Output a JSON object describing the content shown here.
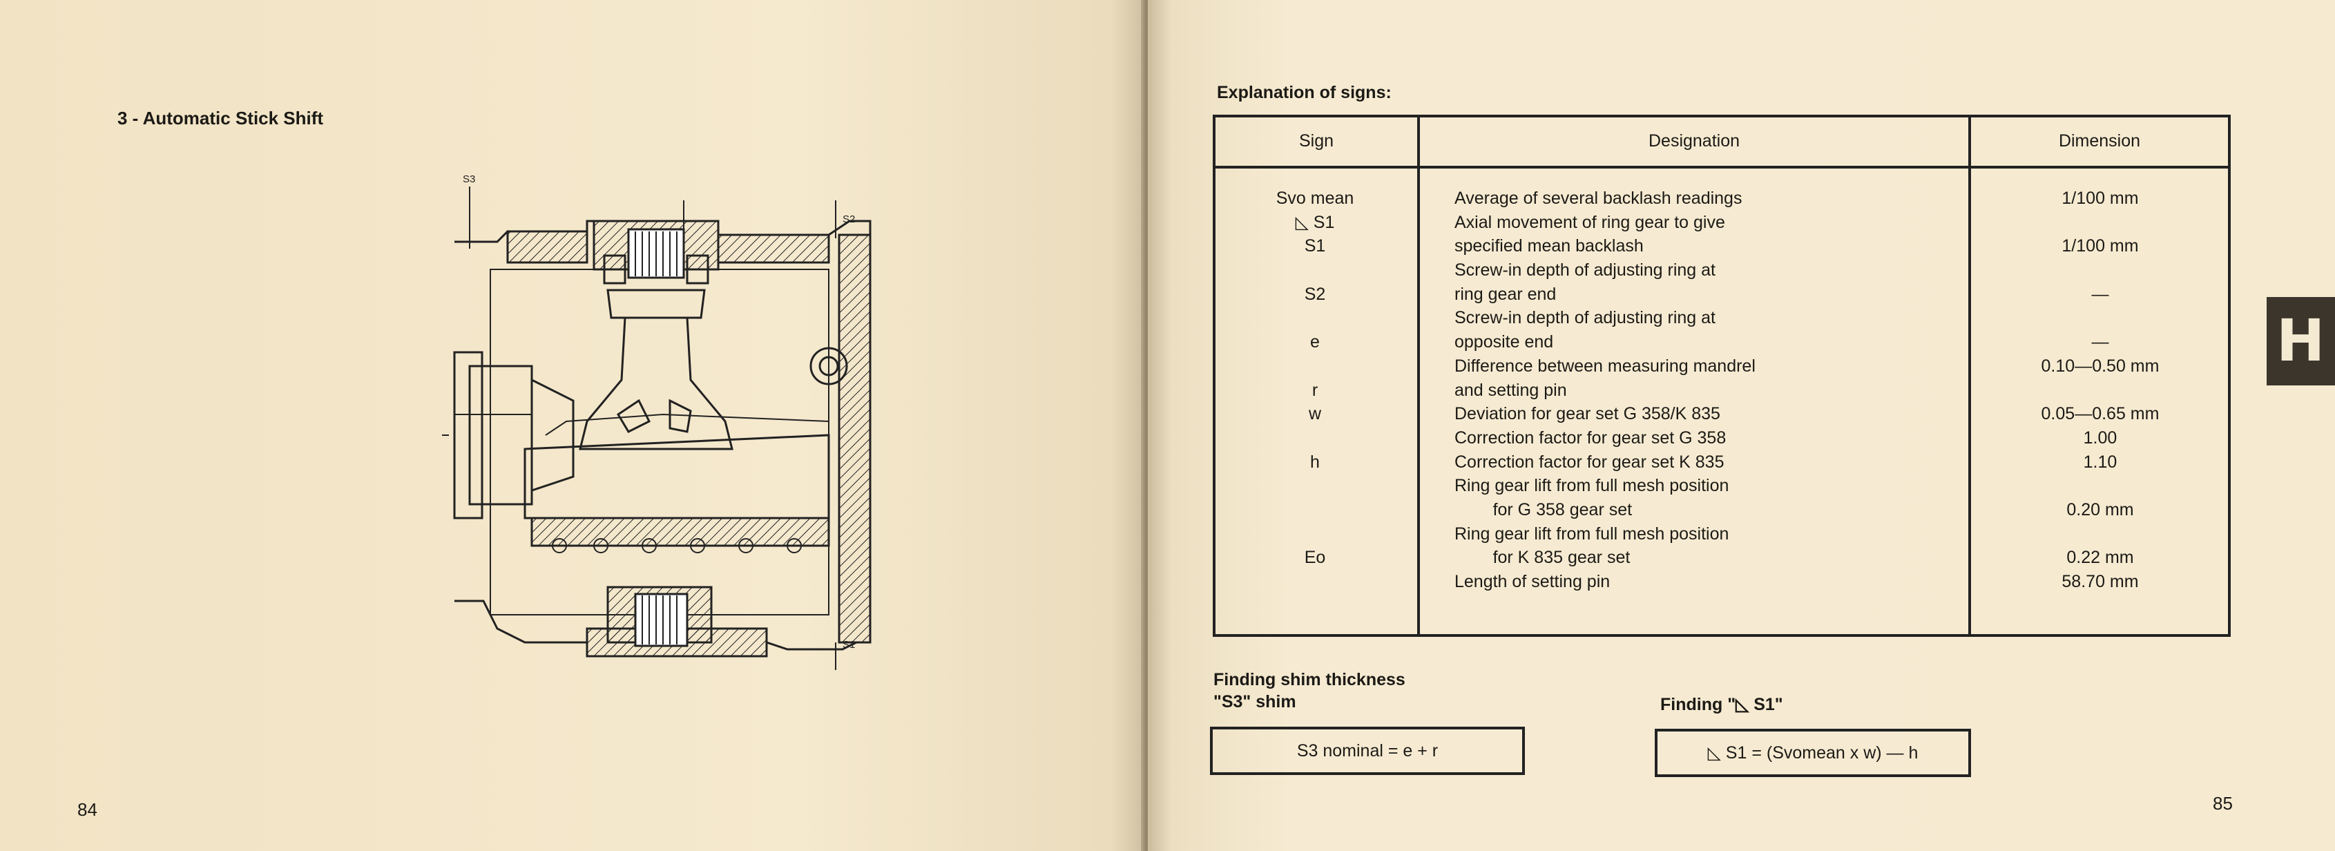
{
  "left_page": {
    "section_title": "3 - Automatic Stick Shift",
    "page_number": "84",
    "diagram_labels": {
      "s3": "S3",
      "s2": "S2",
      "s1": "S1"
    }
  },
  "right_page": {
    "heading": "Explanation of signs:",
    "table": {
      "headers": [
        "Sign",
        "Designation",
        "Dimension"
      ],
      "sign_lines": [
        "Svo mean",
        "◺ S1",
        "S1",
        "",
        "S2",
        "",
        "e",
        "",
        "r",
        "w",
        "",
        "h",
        "",
        "",
        "",
        "Eo"
      ],
      "designation_lines": [
        "Average of several backlash readings",
        "Axial movement of ring gear to give",
        "specified mean backlash",
        "Screw-in depth of adjusting ring at",
        "ring gear end",
        "Screw-in depth of adjusting ring at",
        "opposite end",
        "Difference between measuring mandrel",
        "and setting pin",
        "Deviation for gear set G 358/K 835",
        "Correction factor for gear set G 358",
        "Correction factor for gear set K 835",
        "Ring gear lift from full mesh position",
        "        for G 358 gear set",
        "Ring gear lift from full mesh position",
        "        for K 835 gear set",
        "Length of setting pin"
      ],
      "dimension_lines": [
        "1/100 mm",
        "",
        "1/100 mm",
        "",
        "—",
        "",
        "—",
        "0.10—0.50 mm",
        "",
        "0.05—0.65 mm",
        "1.00",
        "1.10",
        "",
        "0.20 mm",
        "",
        "0.22 mm",
        "58.70 mm"
      ]
    },
    "finding_shim_title_1": "Finding shim thickness",
    "finding_shim_title_2": "\"S3\" shim",
    "finding_s1_title": "Finding \"◺ S1\"",
    "formula_s3": "S3 nominal = e + r",
    "formula_s1": "◺ S1 = (Svomean x w) — h",
    "tab_letter": "H",
    "page_number": "85"
  }
}
